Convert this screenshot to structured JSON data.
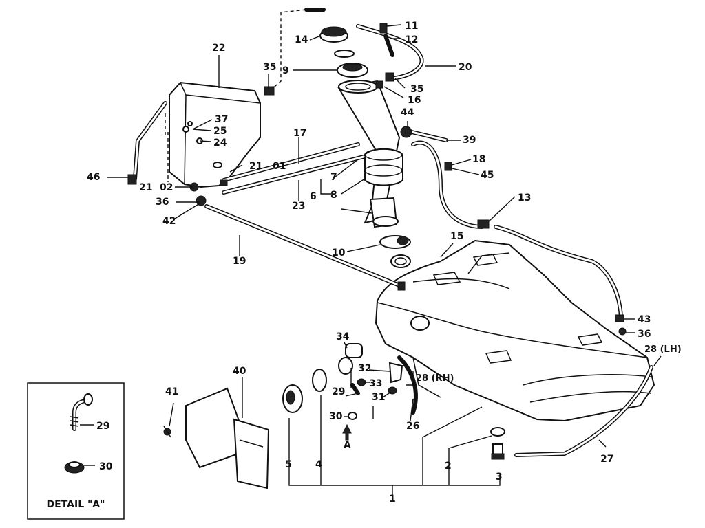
{
  "callouts": {
    "c1": "1",
    "c2": "2",
    "c3": "3",
    "c4": "4",
    "c5": "5",
    "c6": "6",
    "c7": "7",
    "c8": "8",
    "c9": "9",
    "c10": "10",
    "c11": "11",
    "c12": "12",
    "c13": "13",
    "c14": "14",
    "c15": "15",
    "c16": "16",
    "c17": "17",
    "c18": "18",
    "c19": "19",
    "c20": "20",
    "c21a": "21",
    "c21b": "21",
    "c22": "22",
    "c23": "23",
    "c24": "24",
    "c25": "25",
    "c26": "26",
    "c27": "27",
    "c28rh": "28 (RH)",
    "c28lh": "28 (LH)",
    "c29": "29",
    "c29d": "29",
    "c30": "30",
    "c30d": "30",
    "c31": "31",
    "c32": "32",
    "c33": "33",
    "c34": "34",
    "c35a": "35",
    "c35b": "35",
    "c36a": "36",
    "c36b": "36",
    "c37": "37",
    "c39": "39",
    "c40": "40",
    "c41": "41",
    "c42": "42",
    "c43": "43",
    "c44": "44",
    "c45": "45",
    "c46": "46",
    "c01": "01",
    "c02": "02",
    "cA": "A"
  },
  "detail": {
    "title": "DETAIL \"A\""
  }
}
